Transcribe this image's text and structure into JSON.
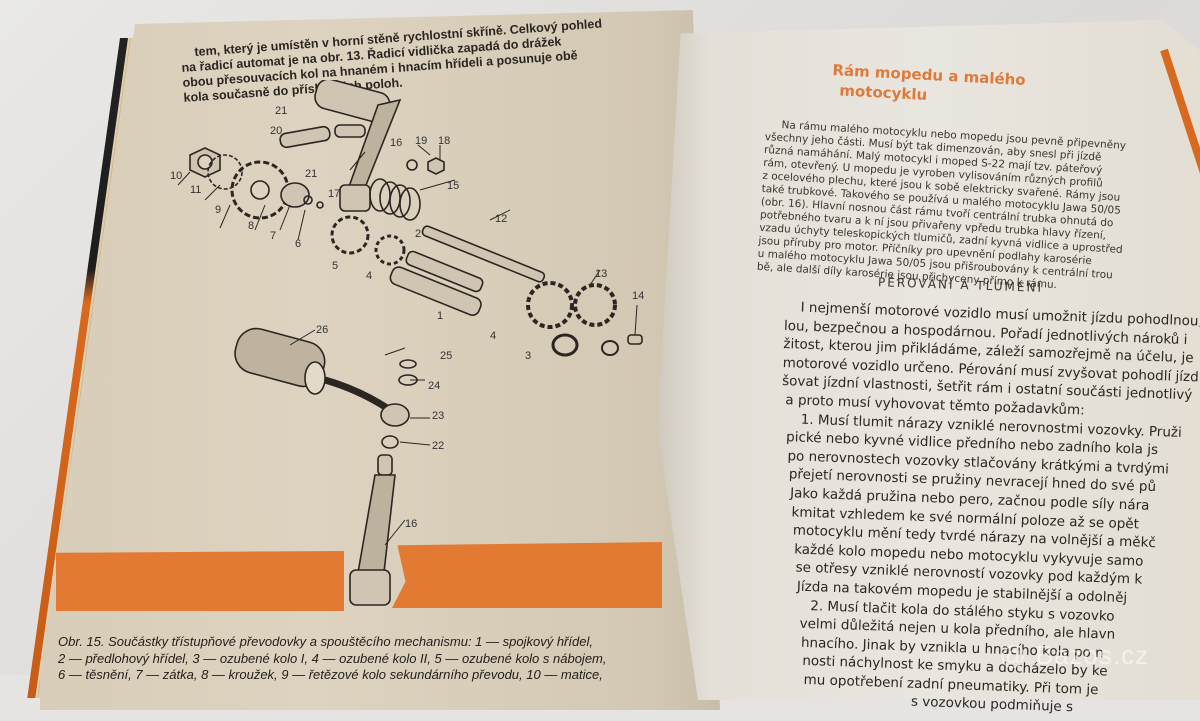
{
  "left_page": {
    "top_text": [
      "tem, který je umístěn v horní stěně rychlostní skříně. Celkový pohled",
      "na řadicí automat je na obr. 13. Řadicí vidlička zapadá do drážek",
      "obou přesouvacích kol na hnaném i hnacím hřídeli a posunuje obě",
      "kola současně do příslušných poloh."
    ],
    "figure_labels": [
      "1",
      "2",
      "3",
      "4",
      "5",
      "6",
      "7",
      "8",
      "9",
      "10",
      "11",
      "12",
      "13",
      "14",
      "15",
      "16",
      "17",
      "18",
      "19",
      "20",
      "21",
      "21",
      "22",
      "23",
      "24",
      "25",
      "26",
      "16"
    ],
    "caption": [
      "Obr. 15. Součástky třístupňové převodovky a spouštěcího mechanismu: 1 — spojkový hřídel,",
      "2 — předlohový hřídel, 3 — ozubené kolo I, 4 — ozubené kolo II, 5 — ozubené kolo s nábojem,",
      "6 — těsnění, 7 — zátka, 8 — kroužek, 9 — řetězové kolo sekundárního převodu, 10 — matice,"
    ]
  },
  "right_page": {
    "heading": [
      "Rám mopedu a malého",
      "motocyklu"
    ],
    "para1": [
      "Na rámu malého motocyklu nebo mopedu jsou pevně připevněny",
      "všechny jeho části. Musí být tak dimenzován, aby snesl při jízdě",
      "různá namáhání. Malý motocykl i moped S-22 mají tzv. páteřový",
      "rám, otevřený. U mopedu je vyroben vylisováním různých profilů",
      "z ocelového plechu, které jsou k sobě elektricky svařené. Rámy jsou",
      "také trubkové. Takového se používá u malého motocyklu Jawa 50/05",
      "(obr. 16). Hlavní nosnou část rámu tvoří centrální trubka ohnutá do",
      "potřebného tvaru a k ní jsou přivařeny vpředu trubka hlavy řízení,",
      "vzadu úchyty teleskopických tlumičů, zadní kyvná vidlice a uprostřed",
      "jsou příruby pro motor. Příčníky pro upevnění podlahy karosérie",
      "u malého motocyklu Jawa 50/05 jsou přišroubovány k centrální trou",
      "bě, ale další díly karosérie jsou přichyceny přímo k rámu."
    ],
    "subheading": "PÉROVÁNÍ A TLUMENÍ",
    "para2": [
      "I nejmenší motorové vozidlo musí umožnit jízdu pohodlnou,",
      "lou, bezpečnou a hospodárnou. Pořadí jednotlivých nároků i",
      "žitost, kterou jim přikládáme, záleží samozřejmě na účelu, je",
      "motorové vozidlo určeno. Pérování musí zvyšovat pohodlí jízd",
      "šovat jízdní vlastnosti, šetřit rám i ostatní součásti jednotlivý",
      "a proto musí vyhovovat těmto požadavkům:",
      "1. Musí tlumit nárazy vzniklé nerovnostmi vozovky. Pruži",
      "pické nebo kyvné vidlice předního nebo zadního kola js",
      "po nerovnostech vozovky stlačovány krátkými a tvrdými",
      "přejetí nerovnosti se pružiny nevracejí hned do své pů",
      "Jako každá pružina nebo pero, začnou podle síly nára",
      "kmitat vzhledem ke své normální poloze až se opět",
      "motocyklu mění tedy tvrdé nárazy na volnější a měkč",
      "každé kolo mopedu nebo motocyklu vykyvuje samo",
      "se otřesy vzniklé nerovností vozovky pod každým k",
      "Jízda na takovém mopedu je stabilnější a odolněj",
      "2. Musí tlačit kola do stálého styku s vozovko",
      "velmi důležitá nejen u kola předního, ale hlavn",
      "hnacího. Jinak by vznikla u hnacího kola po n",
      "nosti náchylnost ke smyku a docházelo by ke",
      "mu opotřebení zadní pneumatiky. Při tom je",
      "s vozovkou podmiňuje s"
    ]
  },
  "watermark": "@ Bazos.cz",
  "colors": {
    "accent_orange": "#e37a33",
    "paper": "#e4ddcf",
    "ink": "#2a2520"
  }
}
